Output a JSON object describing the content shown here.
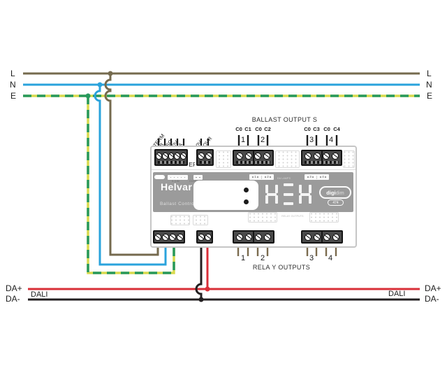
{
  "mains": {
    "labels_left": [
      "L",
      "N",
      "E"
    ],
    "labels_right": [
      "L",
      "N",
      "E"
    ]
  },
  "dali_bus": {
    "label_left": "DALI",
    "label_right": "DALI",
    "plus_left": "DA+",
    "minus_left": "DA-",
    "plus_right": "DA+",
    "minus_right": "DA-"
  },
  "top_section": {
    "sdim_label": "S-DIM",
    "override_label": "OVERRIDE",
    "sdim_pins": [
      "TERM",
      "B",
      "SC",
      "0V",
      "A"
    ],
    "override_pins": [
      "0V",
      "OVR"
    ]
  },
  "ballast_outputs": {
    "title": "BALLAST OUTPUT S",
    "block1": {
      "pins": [
        "C0",
        "C1",
        "C0",
        "C2"
      ],
      "channels": [
        "1",
        "2"
      ]
    },
    "block2": {
      "pins": [
        "C0",
        "C3",
        "C0",
        "C4"
      ],
      "channels": [
        "3",
        "4"
      ]
    }
  },
  "relay_outputs": {
    "title": "RELA Y OUTPUTS",
    "block1": {
      "channels": [
        "1",
        "2"
      ]
    },
    "block2": {
      "channels": [
        "3",
        "4"
      ]
    }
  },
  "device": {
    "brand": "Helvar",
    "product": "Ballast Controller",
    "logo_digi": "digi",
    "logo_dim": "dim",
    "model": "474",
    "tiny": {
      "sdim": "S-DIM",
      "override": "OVERRIDE",
      "lamps": "DA LAMPS",
      "relay": "RELAY OUTPUTS"
    },
    "strips": {
      "ch12": [
        "1",
        "2"
      ],
      "ch34": [
        "3",
        "4"
      ]
    }
  },
  "colors": {
    "live_brown": "#756a4e",
    "neutral_blue": "#2aa3dc",
    "earth_yellow": "#d8da4e",
    "earth_green": "#27995d",
    "dali_plus_red": "#d92f38",
    "dali_minus_black": "#231f20",
    "device_panel_gray": "#9b9b9b"
  },
  "icons": {
    "screw_terminal": "circle-with-slash",
    "relay_switch": "open-contact-switch",
    "warning_triangle": "triangle-outline",
    "seven_segment_display": "ghost-segments",
    "push_buttons": "two-round-black-buttons"
  }
}
